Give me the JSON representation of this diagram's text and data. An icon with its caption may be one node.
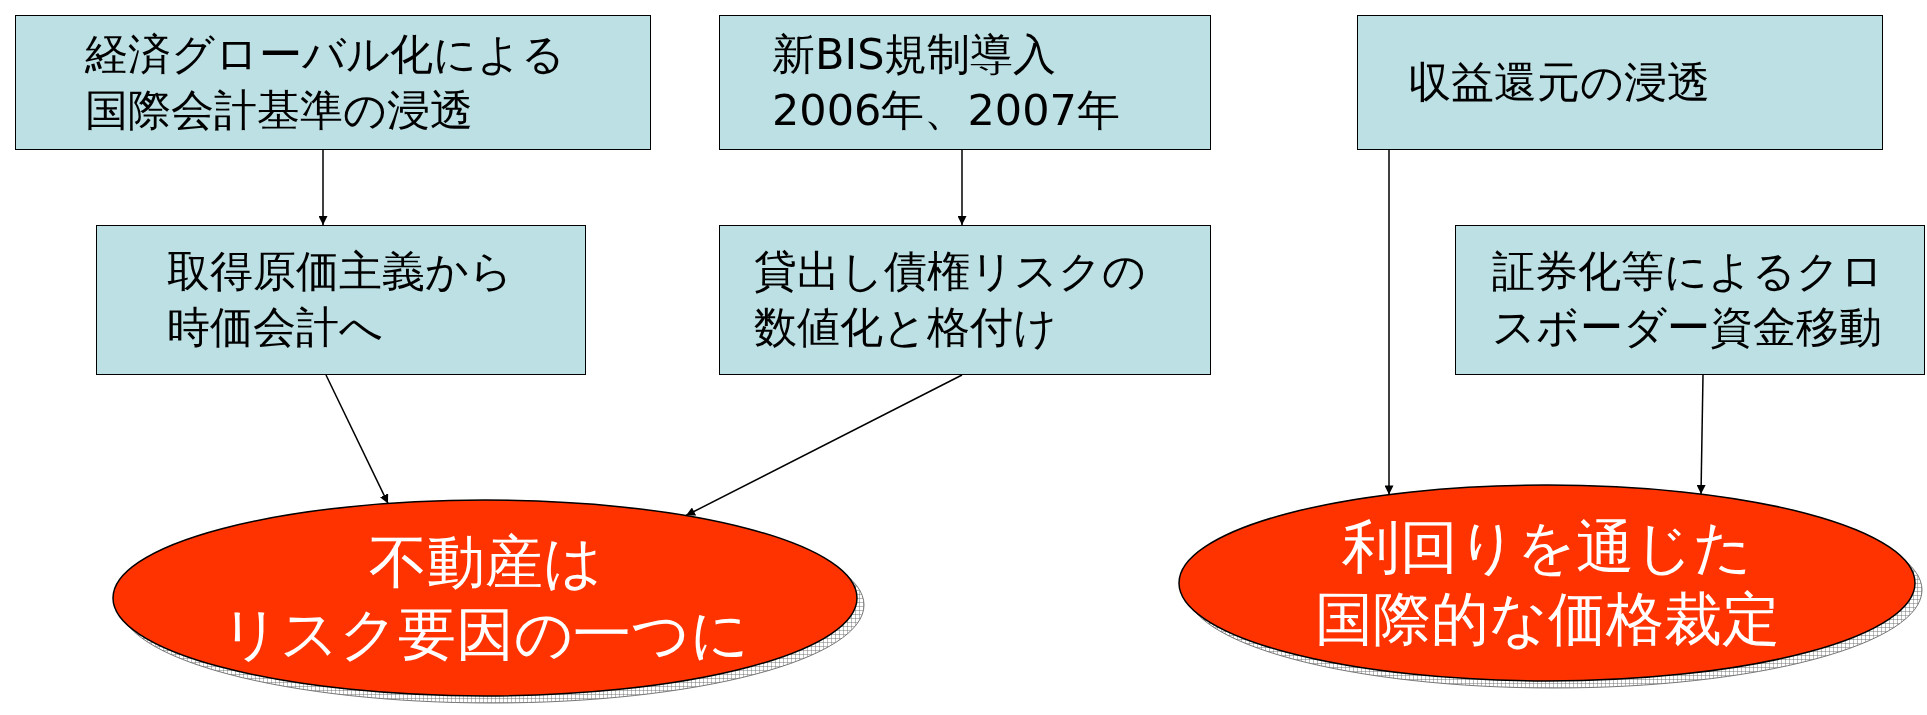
{
  "diagram": {
    "nodes": [
      {
        "text": [
          "経済グローバル化による国際会計基準の浸透"
        ]
      },
      {
        "text": [
          "新BIS規制導入",
          "2006年、2007年"
        ]
      },
      {
        "text": [
          "収益還元の浸透"
        ]
      },
      {
        "text": [
          "取得原価主義から時価会計へ"
        ]
      },
      {
        "text": [
          "貸出し債権リスクの数値化と格付け"
        ]
      },
      {
        "text": [
          "証券化等によるクロスボーダー資金移動"
        ]
      },
      {
        "text": [
          "不動産は",
          "リスク要因の一つに"
        ]
      },
      {
        "text": [
          "利回りを通じた",
          "国際的な価格裁定"
        ]
      }
    ],
    "edges": [
      {
        "from": 0,
        "to": 3,
        "arrow": "to"
      },
      {
        "from": 1,
        "to": 4,
        "arrow": "to"
      },
      {
        "from": 3,
        "to": 6,
        "arrow": "to"
      },
      {
        "from": 4,
        "to": 6,
        "arrow": "to"
      },
      {
        "from": 2,
        "to": 7,
        "arrow": "to"
      },
      {
        "from": 5,
        "to": 7,
        "arrow": "to"
      }
    ]
  }
}
